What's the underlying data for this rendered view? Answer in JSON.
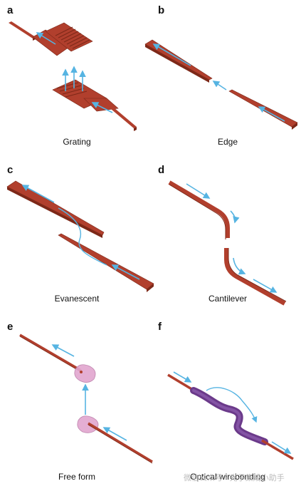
{
  "panels": [
    {
      "letter": "a",
      "caption": "Grating"
    },
    {
      "letter": "b",
      "caption": "Edge"
    },
    {
      "letter": "c",
      "caption": "Evanescent"
    },
    {
      "letter": "d",
      "caption": "Cantilever"
    },
    {
      "letter": "e",
      "caption": "Free form"
    },
    {
      "letter": "f",
      "caption": "Optical wirebonding"
    }
  ],
  "watermark": "微信公众号 · 光子集成小助手",
  "colors": {
    "waveguide": "#b13f2d",
    "waveguide_dark": "#7d2818",
    "light": "#56b4e2",
    "wirebond": "#6b3a8a",
    "freeform_lens": "#e2a6cf"
  }
}
